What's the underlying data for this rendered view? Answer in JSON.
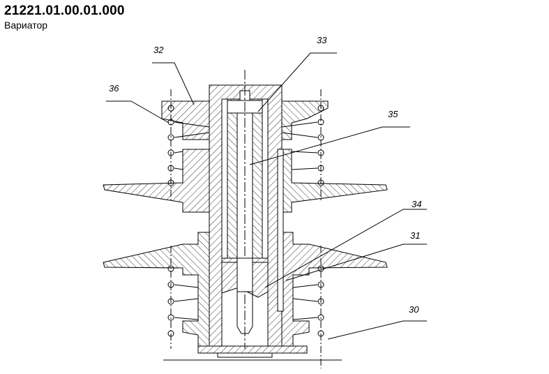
{
  "document": {
    "code": "21221.01.00.01.000",
    "name": "Вариатор"
  },
  "callouts": {
    "c30": "30",
    "c31": "31",
    "c32": "32",
    "c33": "33",
    "c34": "34",
    "c35": "35",
    "c36": "36"
  }
}
